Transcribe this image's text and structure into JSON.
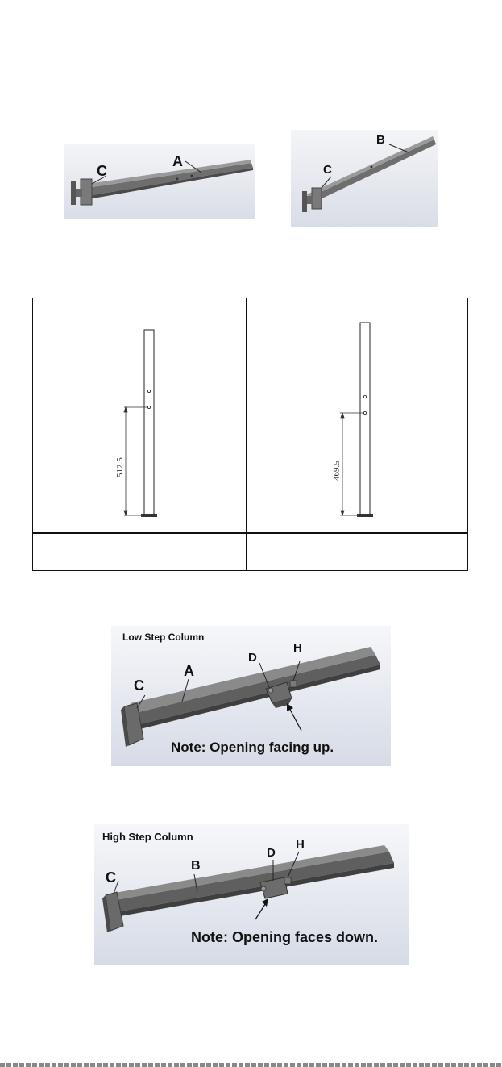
{
  "top_left_panel": {
    "label_c": "C",
    "label_a": "A"
  },
  "top_right_panel": {
    "label_c": "C",
    "label_b": "B"
  },
  "dimension_table": {
    "left_dimension": "512.5",
    "right_dimension": "469.5",
    "left_caption": "",
    "right_caption": ""
  },
  "low_step_panel": {
    "title": "Low Step Column",
    "label_c": "C",
    "label_a": "A",
    "label_d": "D",
    "label_h": "H",
    "note": "Note: Opening facing up."
  },
  "high_step_panel": {
    "title": "High Step Column",
    "label_c": "C",
    "label_b": "B",
    "label_d": "D",
    "label_h": "H",
    "note": "Note: Opening faces down."
  }
}
